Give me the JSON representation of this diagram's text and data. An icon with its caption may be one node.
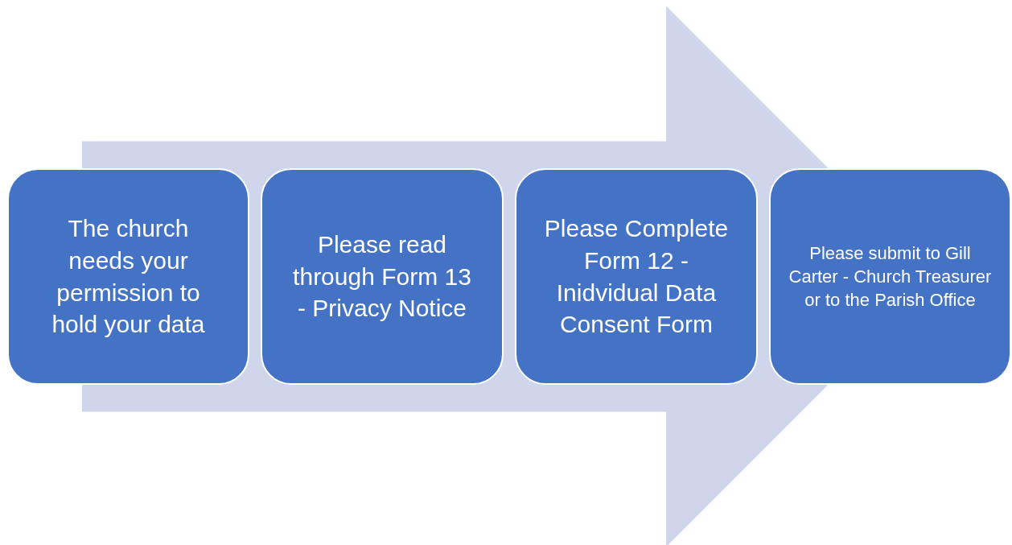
{
  "diagram": {
    "nodes": [
      {
        "text": [
          "The church needs your permission to hold your data"
        ]
      },
      {
        "text": [
          "Please read through Form 13 - Privacy Notice"
        ]
      },
      {
        "text": [
          "Please Complete Form 12 - Inidvidual Data Consent Form"
        ]
      },
      {
        "text": [
          "Please submit to Gill Carter - Church Treasurer or to the Parish Office"
        ]
      }
    ],
    "edges": [
      {
        "from": 0,
        "to": 3,
        "arrow": "to",
        "style": "thick",
        "color": "#cfd5ea"
      }
    ]
  }
}
